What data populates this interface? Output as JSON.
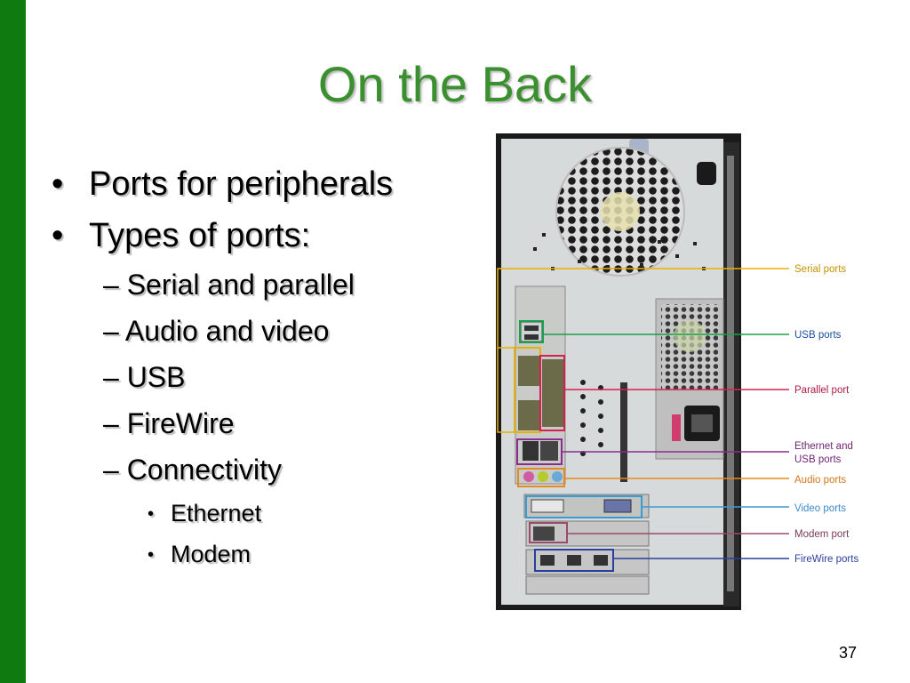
{
  "slide": {
    "title": "On the Back",
    "page_number": "37",
    "accent_color": "#0f7a0f",
    "title_color": "#3a8f2e"
  },
  "bullets": {
    "b1": "Ports for peripherals",
    "b2": "Types of ports:",
    "s1": "Serial and parallel",
    "s2": "Audio and video",
    "s3": "USB",
    "s4": "FireWire",
    "s5": "Connectivity",
    "t1": "Ethernet",
    "t2": "Modem"
  },
  "figure": {
    "callouts": {
      "serial": "Serial ports",
      "usb": "USB ports",
      "parallel": "Parallel port",
      "ethernet_line1": "Ethernet and",
      "ethernet_line2": "USB ports",
      "audio": "Audio ports",
      "video": "Video ports",
      "modem": "Modem port",
      "firewire": "FireWire ports"
    },
    "colors": {
      "serial": "#e8b000",
      "usb": "#1aa04a",
      "parallel": "#d6204f",
      "ethernet": "#8a2d8f",
      "audio": "#e58a1c",
      "video": "#3d9ad1",
      "modem": "#9a4a6a",
      "firewire": "#2a3f9a"
    }
  }
}
